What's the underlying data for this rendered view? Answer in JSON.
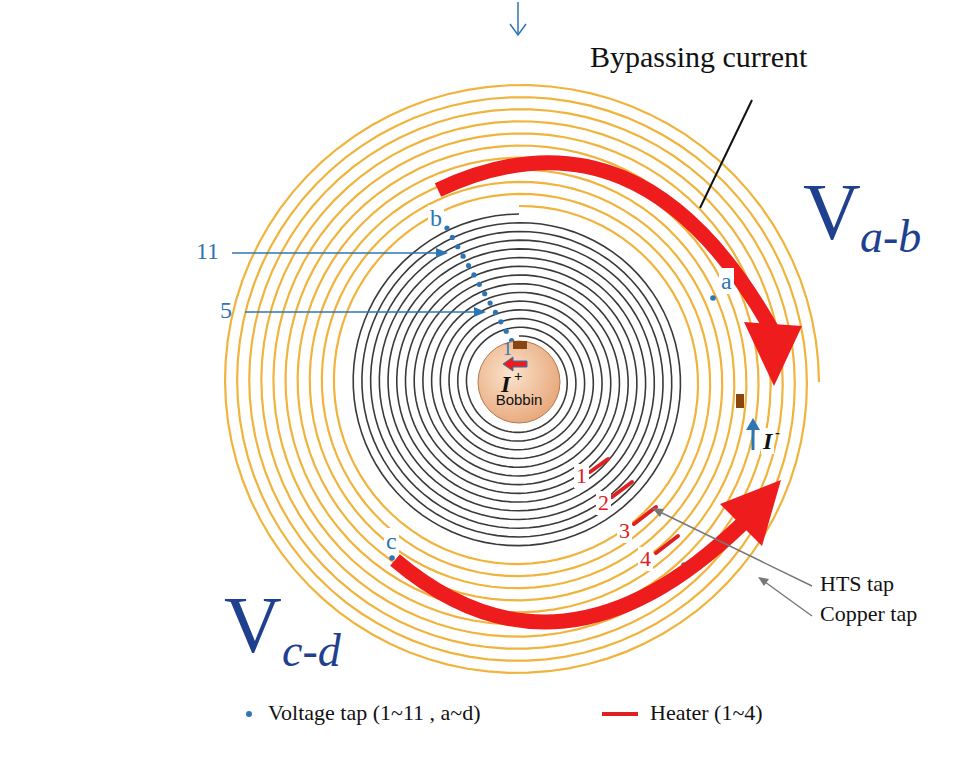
{
  "diagram": {
    "nodes": [
      {
        "text": [
          "I",
          "+",
          "Bobbin"
        ]
      }
    ],
    "labels": [
      "Bypassing current",
      "V",
      "a-b",
      "11",
      "5",
      "b",
      "a",
      "1",
      "1",
      "2",
      "3",
      "4",
      "c",
      "HTS tap",
      "Copper tap",
      "I",
      "-",
      "V",
      "c-d"
    ],
    "legend": [
      {
        "text": "Voltage tap (1~11 , a~d)"
      },
      {
        "text": "Heater (1~4)"
      }
    ]
  }
}
